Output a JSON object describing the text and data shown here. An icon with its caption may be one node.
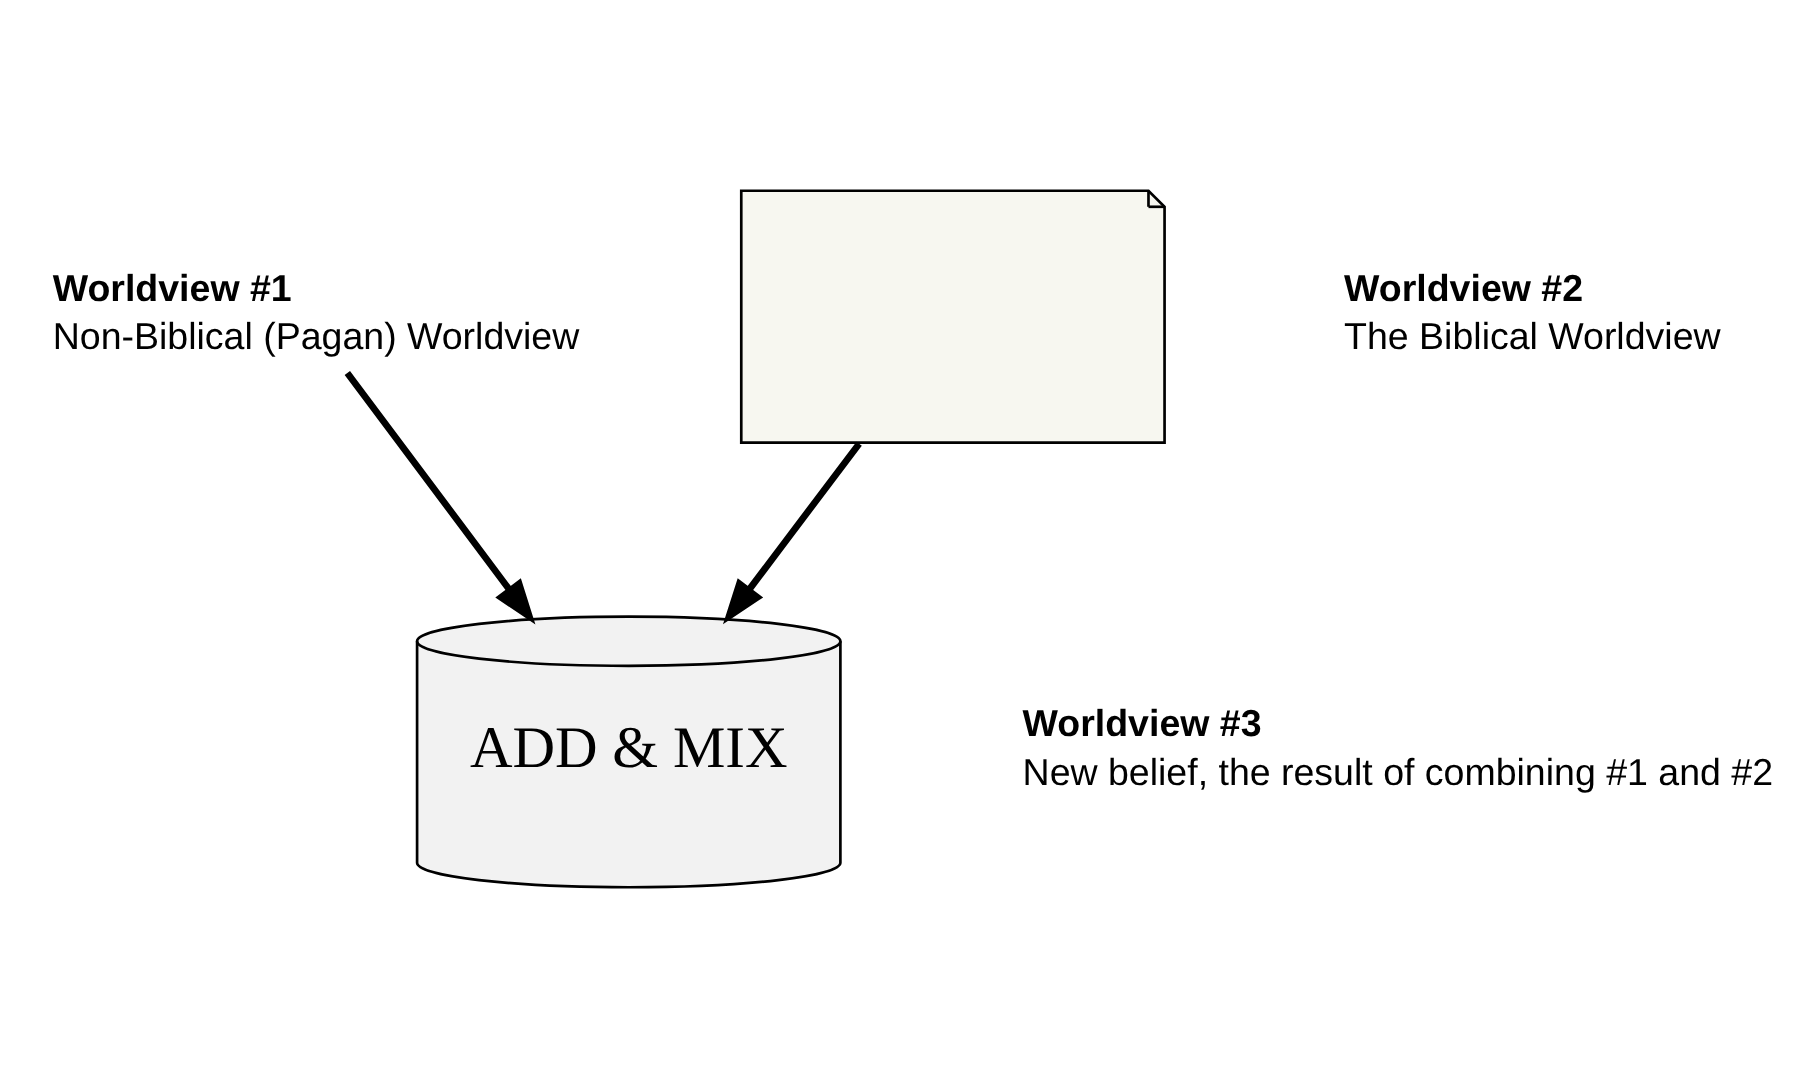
{
  "diagram": {
    "nodes": [
      {
        "text": [
          "Worldview #1",
          "Non-Biblical (Pagan) Worldview"
        ]
      },
      {
        "text": [],
        "shape": "picture",
        "beside": [
          "Worldview #2",
          "The Biblical Worldview"
        ]
      },
      {
        "text": [
          "ADD & MIX"
        ],
        "beside": [
          "Worldview #3",
          "New belief, the result of combining #1 and #2"
        ]
      }
    ],
    "edges": [
      {
        "from": 0,
        "to": 2,
        "arrow": "to"
      },
      {
        "from": 1,
        "to": 2,
        "arrow": "to"
      }
    ]
  }
}
